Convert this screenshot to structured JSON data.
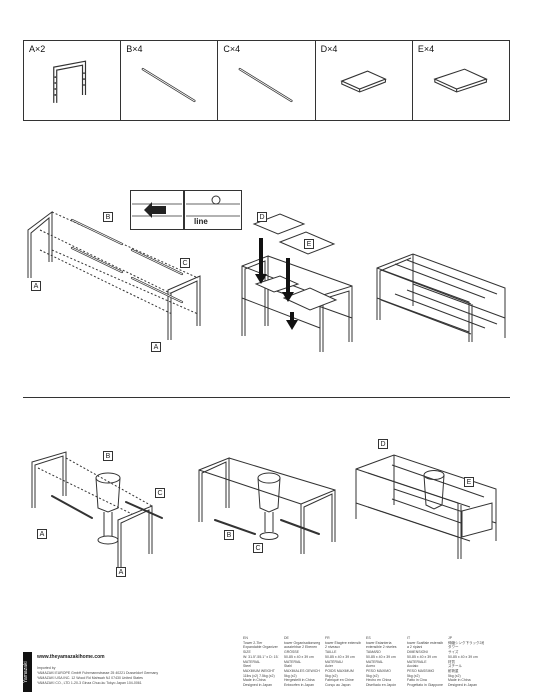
{
  "parts": [
    {
      "label": "A×2",
      "icon": "frame-a-icon"
    },
    {
      "label": "B×4",
      "icon": "rod-b-icon"
    },
    {
      "label": "C×4",
      "icon": "rod-c-icon"
    },
    {
      "label": "D×4",
      "icon": "shelf-d-icon"
    },
    {
      "label": "E×4",
      "icon": "shelf-e-icon"
    }
  ],
  "callouts": {
    "a": "A",
    "b": "B",
    "c": "C",
    "d": "D",
    "e": "E"
  },
  "detail_label": "line",
  "footer": {
    "brand": "Yamazaki",
    "url": "www.theyamazakihome.com",
    "address_lines": [
      "Imported by",
      "YAMAZAKI EUROPE GmbH Fuhrmannstrasse 25 40221 Dusseldorf Germany",
      "YAMAZAKI USA INC. 12 Wood Rd Mahwah NJ 07430 United States",
      "YAMAZAKI CO., LTD 1-20-3 Ginza Chuo-ku Tokyo Japan 104-0061"
    ],
    "specs": [
      {
        "lang": "EN",
        "lines": [
          "Tower 2-Tier",
          "Expandable Organizer Shelf",
          "SIZE",
          "W: 31.5\"-55.1\" x D: 15.7\" x H: 15.7\"",
          "MATERIAL",
          "Steel",
          "MAXIMUM WEIGHT",
          "11lbs (x2) 7.5kg (x2)",
          "Made in China",
          "Designed in Japan"
        ]
      },
      {
        "lang": "DE",
        "lines": [
          "tower Organisationsregal",
          "ausziehbar 2 Ebenen",
          "GRÖSSE",
          "50-85 x 40 x 39 cm",
          "MATERIAL",
          "Stahl",
          "MAXIMALES GEWICHT",
          "5kg (x2)",
          "Hergestellt in China",
          "Entworfen in Japan"
        ]
      },
      {
        "lang": "FR",
        "lines": [
          "tower Étagère extensible",
          "2 niveaux",
          "TAILLE",
          "50-85 x 40 x 39 cm",
          "MATÉRIAU",
          "Acier",
          "POIDS MAXIMUM",
          "5kg (x2)",
          "Fabriqué en Chine",
          "Conçu au Japon"
        ]
      },
      {
        "lang": "ES",
        "lines": [
          "tower Estantería",
          "extensible 2 niveles",
          "TAMAÑO",
          "50-85 x 40 x 39 cm",
          "MATERIAL",
          "Acero",
          "PESO MÁXIMO",
          "5kg (x2)",
          "Hecho en China",
          "Diseñado en Japón"
        ]
      },
      {
        "lang": "IT",
        "lines": [
          "tower Scaffale estensibile",
          "a 2 ripiani",
          "DIMENSIONI",
          "50-85 x 40 x 39 cm",
          "MATERIALE",
          "Acciaio",
          "PESO MASSIMO",
          "5kg (x2)",
          "Fatto in Cina",
          "Progettato in Giappone"
        ]
      },
      {
        "lang": "JP",
        "lines": [
          "伸縮シンク下ラック2段",
          "タワー",
          "サイズ",
          "50-85 x 40 x 39 cm",
          "材質",
          "スチール",
          "耐荷重",
          "5kg (x2)",
          "Made in China",
          "Designed in Japan"
        ]
      }
    ]
  }
}
